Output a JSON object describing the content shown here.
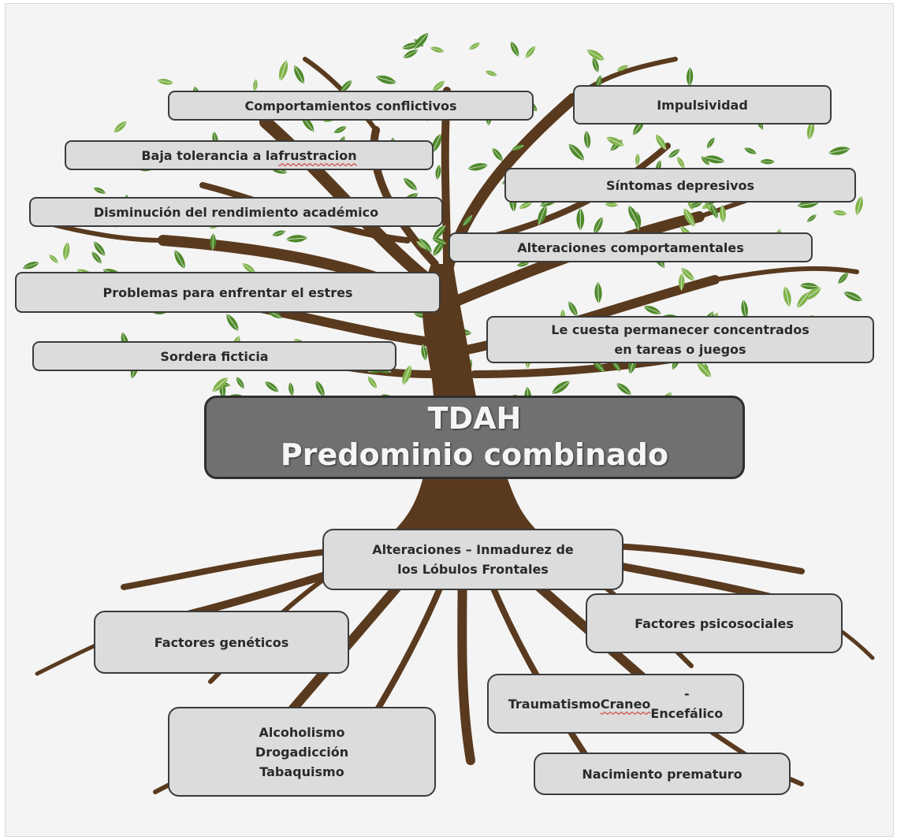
{
  "diagram": {
    "title": "TDAH",
    "subtitle": "Predominio combinado",
    "colors": {
      "trunk": "#5a3a1e",
      "leaf": "#4f8a2b",
      "leaf_light": "#7fb34a",
      "box_fill": "#dcdcdc",
      "box_border": "#3b3b3b",
      "center_fill": "#707070"
    },
    "branches": [
      {
        "text": "Comportamientos conflictivos"
      },
      {
        "text": "Impulsividad"
      },
      {
        "pre": "Baja tolerancia a la ",
        "marked": "frustracion",
        "post": ""
      },
      {
        "text": "Síntomas depresivos"
      },
      {
        "text": "Disminución del rendimiento académico"
      },
      {
        "text": "Alteraciones comportamentales"
      },
      {
        "text": "Problemas para enfrentar el estres"
      },
      {
        "text": "Le cuesta permanecer concentrados\nen tareas o juegos"
      },
      {
        "text": "Sordera ficticia"
      }
    ],
    "roots": [
      {
        "text": "Alteraciones – Inmadurez de\nlos Lóbulos Frontales"
      },
      {
        "text": "Factores genéticos"
      },
      {
        "text": "Factores psicosociales"
      },
      {
        "pre": "Traumatismo ",
        "marked": "Craneo",
        "post": "-\nEncefálico"
      },
      {
        "text": "Alcoholismo\nDrogadicción\nTabaquismo"
      },
      {
        "text": "Nacimiento prematuro"
      }
    ]
  }
}
